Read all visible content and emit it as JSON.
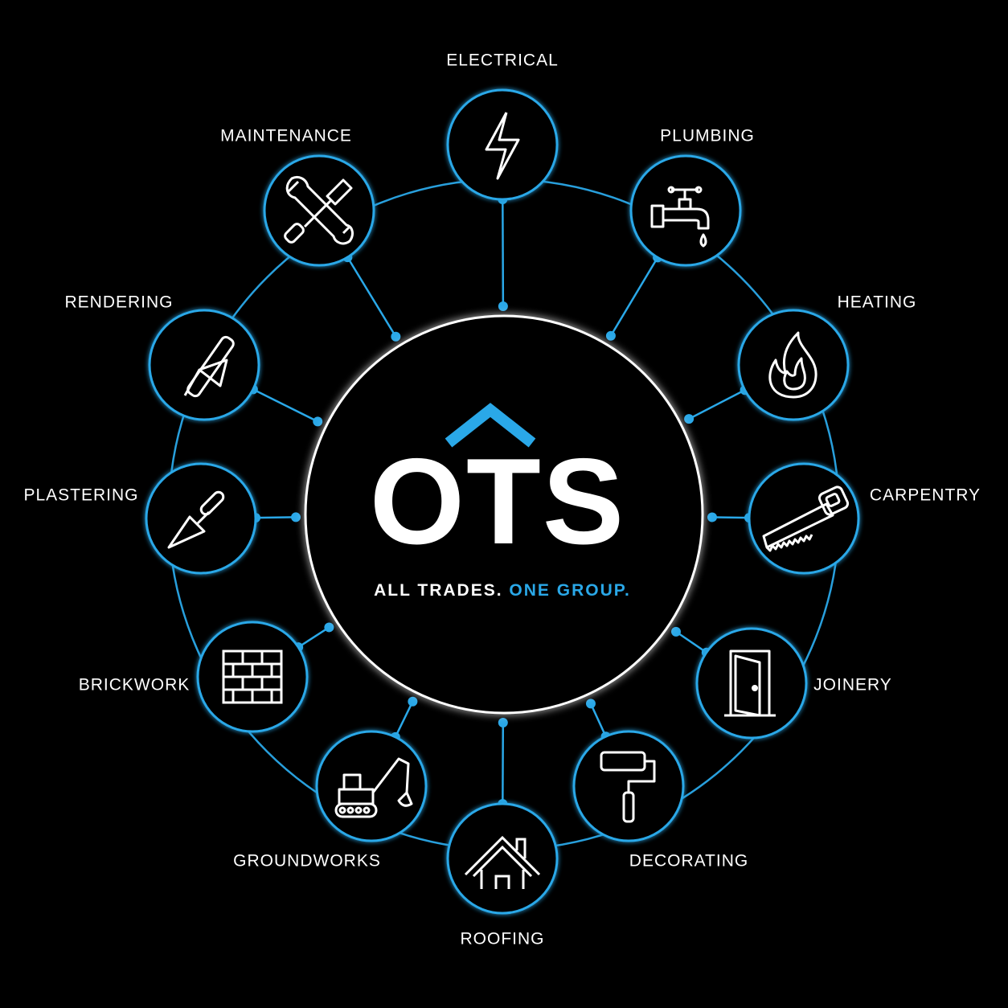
{
  "brand": {
    "letters": "OTS",
    "tagline_part1": "ALL TRADES.",
    "tagline_part2": "ONE GROUP."
  },
  "colors": {
    "background": "#000000",
    "accent": "#2aa8e8",
    "ring": "#ffffff",
    "text": "#ffffff"
  },
  "trades": [
    {
      "label": "ELECTRICAL",
      "icon": "lightning-icon"
    },
    {
      "label": "PLUMBING",
      "icon": "tap-icon"
    },
    {
      "label": "HEATING",
      "icon": "flame-icon"
    },
    {
      "label": "CARPENTRY",
      "icon": "saw-icon"
    },
    {
      "label": "JOINERY",
      "icon": "door-icon"
    },
    {
      "label": "DECORATING",
      "icon": "paint-roller-icon"
    },
    {
      "label": "ROOFING",
      "icon": "house-icon"
    },
    {
      "label": "GROUNDWORKS",
      "icon": "excavator-icon"
    },
    {
      "label": "BRICKWORK",
      "icon": "bricks-icon"
    },
    {
      "label": "PLASTERING",
      "icon": "trowel-icon"
    },
    {
      "label": "RENDERING",
      "icon": "float-trowel-icon"
    },
    {
      "label": "MAINTENANCE",
      "icon": "wrench-screwdriver-icon"
    }
  ]
}
